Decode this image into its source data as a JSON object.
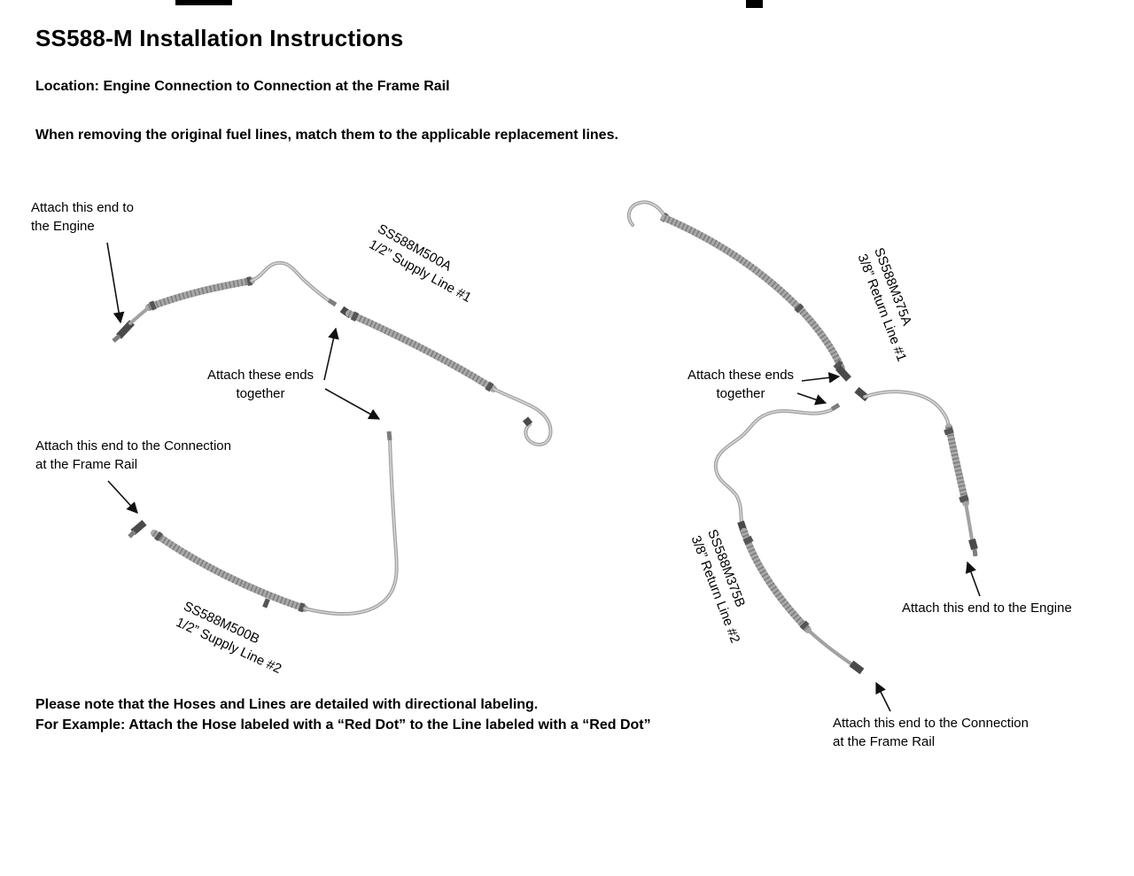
{
  "document": {
    "title": "SS588-M Installation Instructions",
    "location": "Location: Engine Connection to Connection at the Frame Rail",
    "intro": "When removing the original fuel lines, match them to the applicable replacement lines.",
    "footer_note_line1": "Please note that the Hoses and Lines are detailed with directional labeling.",
    "footer_note_line2": "For Example: Attach the Hose labeled with a “Red Dot” to the Line labeled with a “Red Dot”"
  },
  "parts": {
    "supply_line_1": {
      "part_number": "SS588M500A",
      "description": "1/2” Supply Line #1"
    },
    "supply_line_2": {
      "part_number": "SS588M500B",
      "description": "1/2” Supply Line #2"
    },
    "return_line_1": {
      "part_number": "SS588M375A",
      "description": "3/8” Return Line #1"
    },
    "return_line_2": {
      "part_number": "SS588M375B",
      "description": "3/8” Return Line #2"
    }
  },
  "annotations": {
    "engine_left": {
      "line1": "Attach this end to",
      "line2": "the Engine"
    },
    "ends_together_left": {
      "line1": "Attach these ends",
      "line2": "together"
    },
    "frame_rail_left": {
      "line1": "Attach this end to the Connection",
      "line2": "at the Frame Rail"
    },
    "ends_together_right": {
      "line1": "Attach these ends",
      "line2": "together"
    },
    "engine_right": {
      "line1": "Attach this end to the Engine"
    },
    "frame_rail_right": {
      "line1": "Attach this end to the Connection",
      "line2": "at the Frame Rail"
    }
  }
}
